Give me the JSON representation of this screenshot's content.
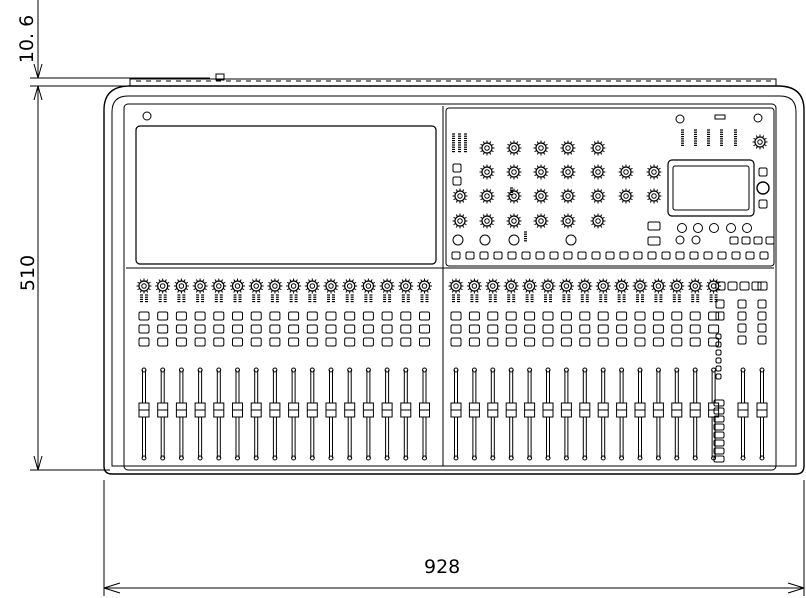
{
  "dimensions": {
    "height": "510",
    "width": "928",
    "panel_offset": "10. 6"
  },
  "icons": {
    "knob": "knob-icon",
    "fader": "fader-icon",
    "meter": "meter-icon",
    "button": "button-icon",
    "screen": "display-screen-icon"
  },
  "colors": {
    "line": "#000000",
    "background": "#ffffff"
  }
}
